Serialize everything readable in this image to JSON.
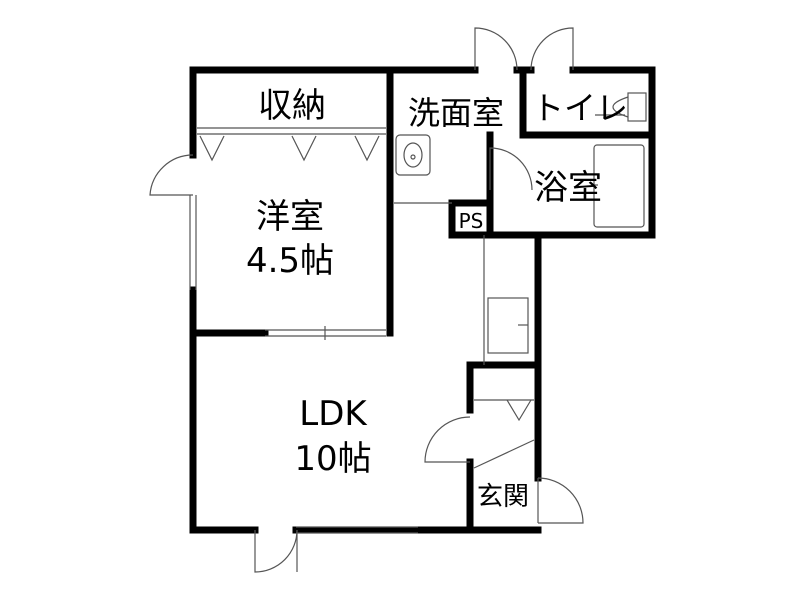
{
  "colors": {
    "wall": "#000000",
    "thin_line": "#555555",
    "light_line": "#999999",
    "background": "#ffffff"
  },
  "rooms": {
    "storage": {
      "label": "収納"
    },
    "western": {
      "label": "洋室",
      "size": "4.5帖"
    },
    "washroom": {
      "label": "洗面室"
    },
    "toilet": {
      "label": "トイレ"
    },
    "bath": {
      "label": "浴室"
    },
    "pipe_space": {
      "label": "PS"
    },
    "ldk": {
      "label": "LDK",
      "size": "10帖"
    },
    "entrance": {
      "label": "玄関"
    }
  }
}
